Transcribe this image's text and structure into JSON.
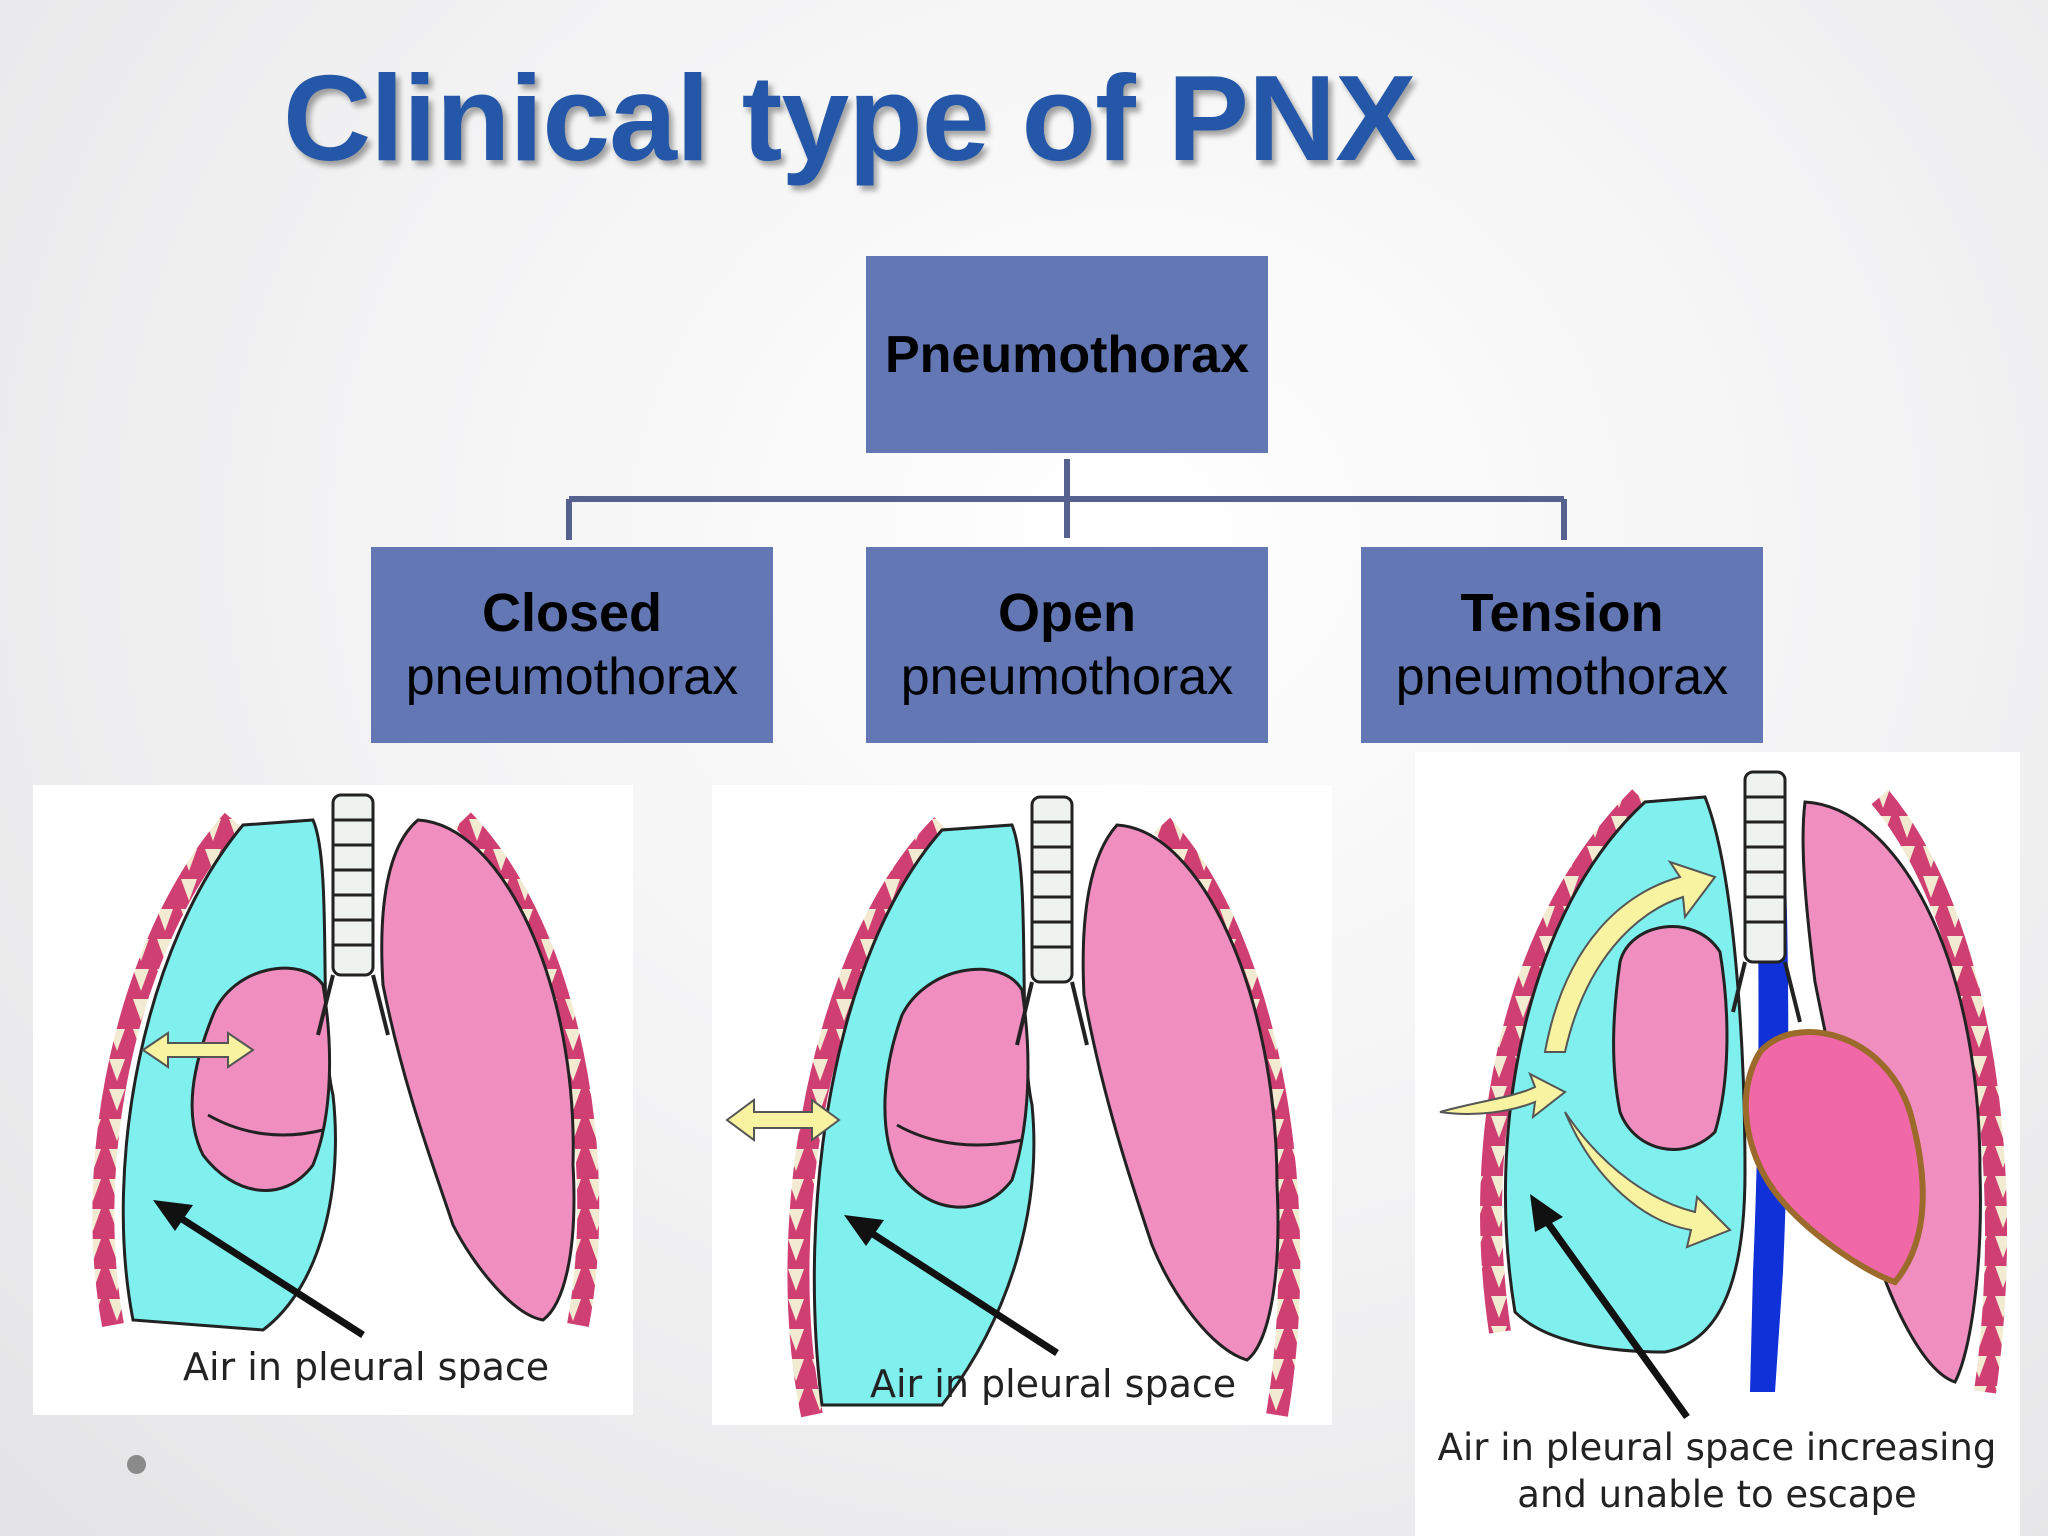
{
  "slide": {
    "title": "Clinical type of PNX"
  },
  "hierarchy": {
    "root": "Pneumothorax",
    "children": [
      {
        "bold": "Closed",
        "text": "pneumothorax"
      },
      {
        "bold": "Open",
        "text": "pneumothorax"
      },
      {
        "bold": "Tension",
        "text": "pneumothorax"
      }
    ]
  },
  "illustrations": {
    "closed_caption": "Air in pleural space",
    "open_caption": "Air in pleural space",
    "tension_caption_line1": "Air in pleural space increasing",
    "tension_caption_line2": "and unable to escape"
  },
  "colors": {
    "title": "#2457a8",
    "box": "#6277b3",
    "air": "#7ff0ee",
    "lung": "#f08ec0",
    "rib": "#cf3f72",
    "vessel": "#1030d8",
    "arrow_yellow": "#f7f3a0"
  }
}
